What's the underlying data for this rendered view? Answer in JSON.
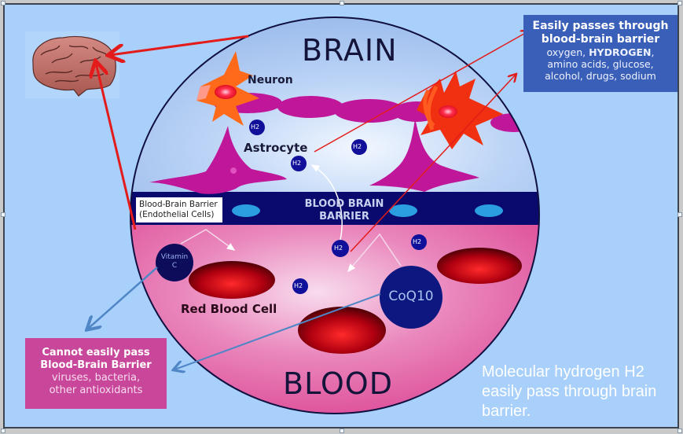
{
  "diagram": {
    "top_label": "BRAIN",
    "bottom_label": "BLOOD",
    "barrier_label_line1": "BLOOD BRAIN",
    "barrier_label_line2": "BARRIER",
    "endothelial_label_line1": "Blood-Brain Barrier",
    "endothelial_label_line2": "(Endothelial Cells)",
    "neuron_label": "Neuron",
    "astrocyte_label": "Astrocyte",
    "red_blood_cell_label": "Red Blood Cell",
    "vitamin_c_line1": "Vitamin",
    "vitamin_c_line2": "C",
    "coq10_label": "CoQ10",
    "h2_label": "H2"
  },
  "passes_box": {
    "title_line1": "Easily passes through",
    "title_line2": "blood-brain barrier",
    "items_line1_prefix": "oxygen, ",
    "items_line1_bold": "HYDROGEN",
    "items_line1_suffix": ",",
    "items_line2": "amino acids, glucose,",
    "items_line3": "alcohol, drugs, sodium"
  },
  "blocked_box": {
    "title_line1": "Cannot easily pass",
    "title_line2": "Blood-Brain Barrier",
    "items_line1": "viruses, bacteria,",
    "items_line2": "other antioxidants"
  },
  "caption": {
    "line1": "Molecular hydrogen H2",
    "line2": "easily pass through brain",
    "line3": "barrier."
  },
  "colors": {
    "background": "#a8d0fa",
    "brain_region": "#b8d2f4",
    "blood_region": "#e0579f",
    "barrier_band": "#0a0a6e",
    "passes_box": "#3a5fb8",
    "blocked_box": "#c9479a",
    "arrow_red": "#e31b1b",
    "arrow_blue": "#4f86c6"
  }
}
